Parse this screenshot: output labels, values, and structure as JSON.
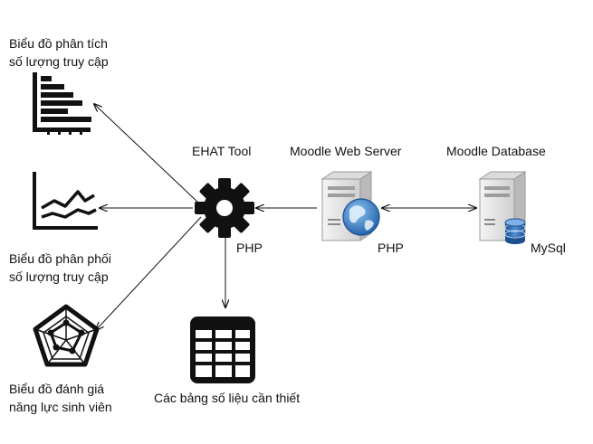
{
  "labels": {
    "chart_access_analysis_line1": "Biểu đồ phân tích",
    "chart_access_analysis_line2": "số lượng truy cập",
    "chart_access_distribution_line1": "Biểu đồ phân phối",
    "chart_access_distribution_line2": "số lượng truy cập",
    "chart_student_assessment_line1": "Biểu đồ đánh giá",
    "chart_student_assessment_line2": "năng lực sinh viên",
    "ehat_tool": "EHAT Tool",
    "ehat_php": "PHP",
    "web_server": "Moodle Web Server",
    "web_server_php": "PHP",
    "database": "Moodle Database",
    "database_mysql": "MySql",
    "data_tables": "Các bảng số liệu cần thiết"
  },
  "icons": {
    "gear": "gear-icon",
    "server": "web-server-icon",
    "database": "database-server-icon",
    "bar_chart": "horizontal-bar-chart-icon",
    "line_chart": "line-chart-icon",
    "radar_chart": "radar-chart-icon",
    "table": "data-table-icon"
  },
  "colors": {
    "ink": "#111111",
    "server_body": "#e6e6e6",
    "globe": "#2f74c0",
    "db_cylinder": "#2f6db5"
  }
}
